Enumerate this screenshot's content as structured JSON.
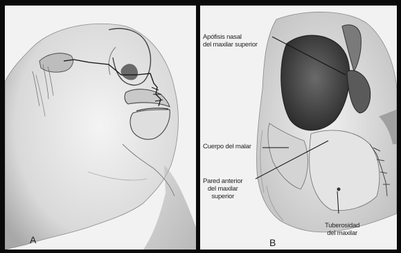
{
  "panels": {
    "a": {
      "letter": "A"
    },
    "b": {
      "letter": "B"
    }
  },
  "labels": {
    "apofisis": {
      "line1": "Apófisis nasal",
      "line2": "del maxilar superior"
    },
    "cuerpo": {
      "line1": "Cuerpo del malar"
    },
    "pared": {
      "line1": "Pared anterior",
      "line2": "del maxilar",
      "line3": "superior"
    },
    "tuberosidad": {
      "line1": "Tuberosidad",
      "line2": "del maxilar"
    }
  },
  "colors": {
    "frame": "#0a0a0a",
    "panel_bg": "#f2f2f2",
    "ink": "#222222"
  }
}
